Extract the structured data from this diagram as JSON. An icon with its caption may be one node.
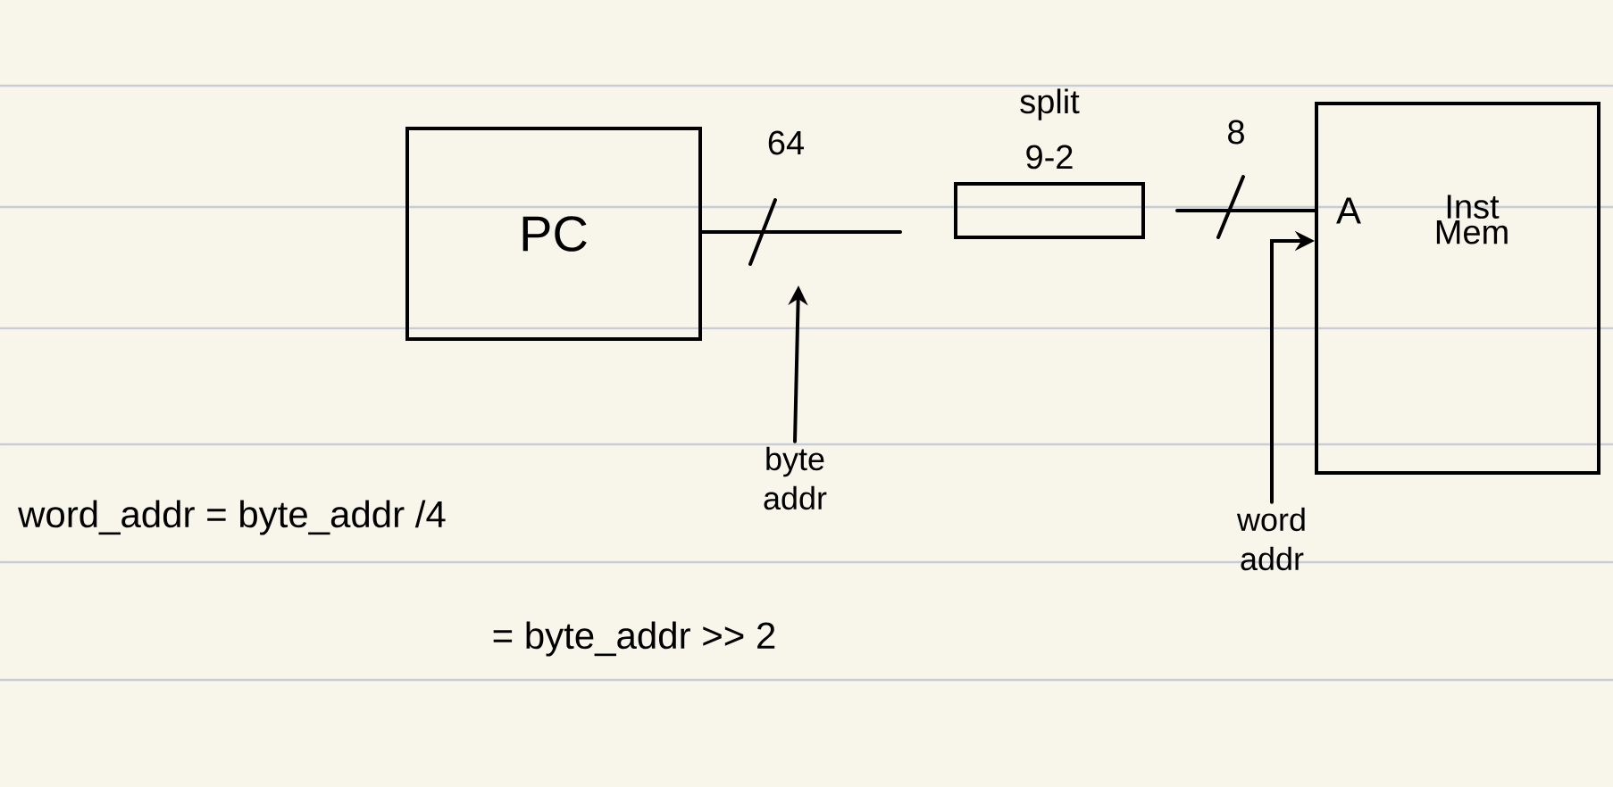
{
  "diagram": {
    "nodes": [
      {
        "text": [
          "PC"
        ]
      },
      {
        "text": [
          "split",
          "9-2"
        ]
      },
      {
        "text": [
          "Inst Mem"
        ]
      },
      {
        "text": [
          "byte addr"
        ]
      },
      {
        "text": [
          "word addr"
        ]
      }
    ],
    "edges": [
      {
        "from": 0,
        "to": 1,
        "arrow": "none",
        "label": "64"
      },
      {
        "from": 1,
        "to": 2,
        "arrow": "none",
        "label": "8"
      },
      {
        "from": 3,
        "to": null,
        "arrow": "to"
      },
      {
        "from": 4,
        "to": 2,
        "arrow": "to"
      }
    ],
    "labels": [
      "A",
      "word_addr = byte_addr /4",
      "= byte_addr >> 2"
    ]
  }
}
